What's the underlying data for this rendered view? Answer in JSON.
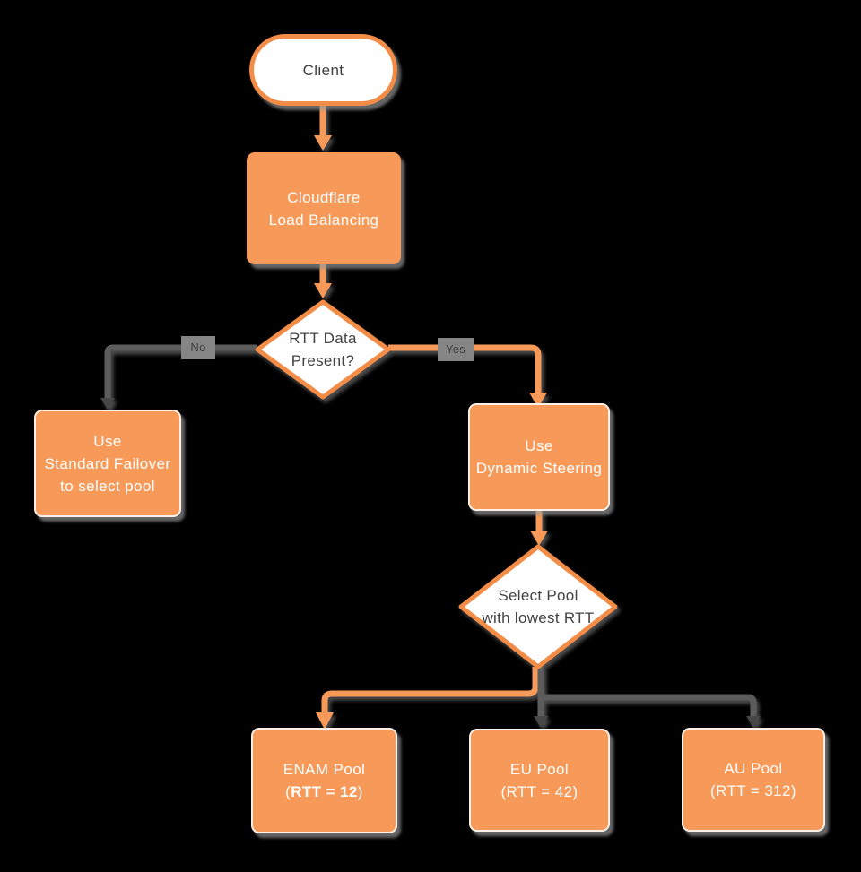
{
  "canvas": {
    "background": "#000000",
    "orange_fill": "#F79A59",
    "orange_stroke": "#F28C46",
    "gray_connector": "#5C5C5C",
    "dark_arrowhead": "#474747",
    "shadow_gray": "#989898",
    "node_text_white": "#FFFFFF",
    "node_text_dark": "#424242"
  },
  "nodes": {
    "client": {
      "label": "Client"
    },
    "load_balancer": {
      "line1": "Cloudflare",
      "line2": "Load Balancing"
    },
    "rtt_decision": {
      "line1": "RTT Data",
      "line2": "Present?"
    },
    "standard_failover": {
      "line1": "Use",
      "line2": "Standard Failover",
      "line3": "to select pool"
    },
    "dynamic_steering": {
      "line1": "Use",
      "line2": "Dynamic Steering"
    },
    "select_pool": {
      "line1": "Select Pool",
      "line2": "with lowest RTT"
    },
    "enam_pool": {
      "line1": "ENAM Pool",
      "open_paren": "(",
      "rtt_value": "RTT = 12",
      "close_paren": ")"
    },
    "eu_pool": {
      "line1": "EU Pool",
      "line2": "(RTT = 42)"
    },
    "au_pool": {
      "line1": "AU Pool",
      "line2": "(RTT = 312)"
    }
  },
  "edges": {
    "no_label": "No",
    "yes_label": "Yes"
  }
}
